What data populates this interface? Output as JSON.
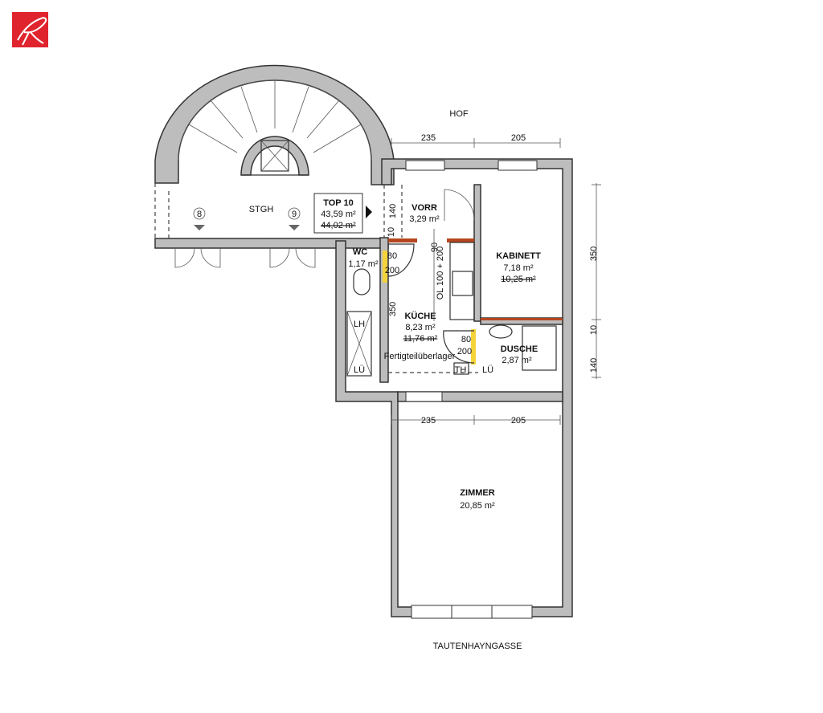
{
  "logo": {
    "letter": "R",
    "color": "#e0242e"
  },
  "labels": {
    "courtyard": "HOF",
    "street": "TAUTENHAYNGASSE",
    "staircase": "STGH",
    "stair_markers": [
      "8",
      "9"
    ]
  },
  "unit": {
    "name": "TOP 10",
    "area": "43,59 m²",
    "area_old": "44,02 m²"
  },
  "rooms": {
    "vorr": {
      "name": "VORR",
      "area": "3,29 m²"
    },
    "kabinett": {
      "name": "KABINETT",
      "area": "7,18 m²",
      "area_old": "10,25 m²"
    },
    "wc": {
      "name": "WC",
      "area": "1,17 m²"
    },
    "kueche": {
      "name": "KÜCHE",
      "area": "8,23 m²",
      "area_old": "11,76 m²"
    },
    "dusche": {
      "name": "DUSCHE",
      "area": "2,87 m²"
    },
    "zimmer": {
      "name": "ZIMMER",
      "area": "20,85 m²"
    }
  },
  "dimensions": {
    "top_left": "235",
    "top_right": "205",
    "mid_left": "235",
    "mid_right": "205",
    "right_upper": "350",
    "right_mid": "10",
    "right_lower": "140",
    "kitchen_height": "350",
    "vorr_width": "140",
    "vorr_small": "10",
    "door_wc_w": "80",
    "door_wc_h": "200",
    "door_dusche_w": "80",
    "door_dusche_h": "200",
    "opening_90": "90",
    "opening_ol": "OL 100 + 200"
  },
  "annotations": {
    "lintel": "Fertigteilüberlager",
    "lh": "LH",
    "lue_left": "LÜ",
    "th": "TH",
    "lue_right": "LÜ"
  },
  "colors": {
    "accent_red": "#e0242e",
    "door_frame": "#b5461f",
    "highlight_yellow": "#f5d33a"
  }
}
